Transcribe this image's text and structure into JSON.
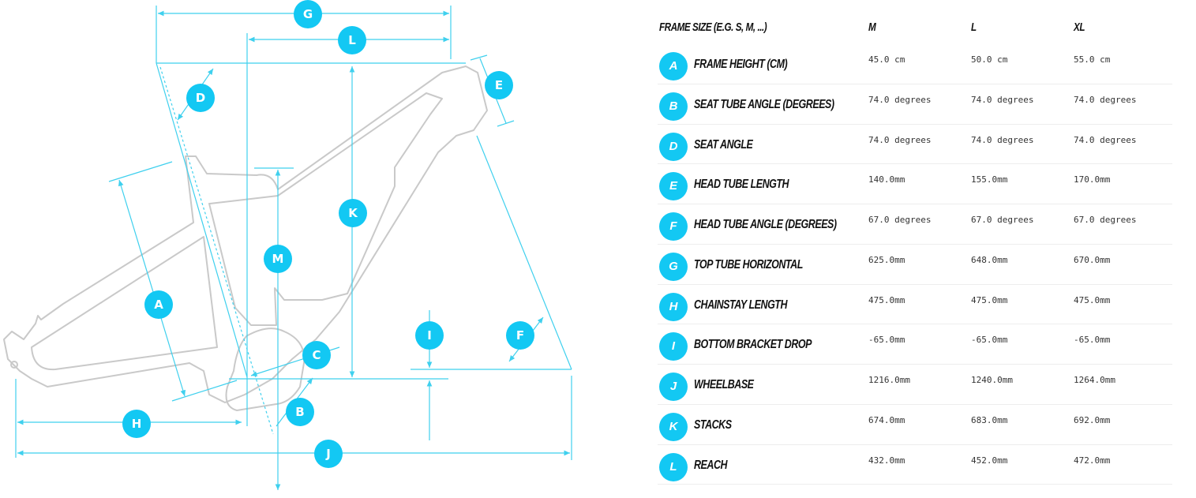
{
  "diagram": {
    "markers": [
      "G",
      "L",
      "E",
      "D",
      "K",
      "M",
      "A",
      "I",
      "F",
      "C",
      "B",
      "H",
      "J"
    ]
  },
  "table": {
    "header": {
      "label": "FRAME SIZE (E.G. S, M, ...)",
      "sizes": [
        "M",
        "L",
        "XL"
      ]
    },
    "rows": [
      {
        "badge": "A",
        "label": "FRAME HEIGHT (CM)",
        "values": [
          "45.0 cm",
          "50.0 cm",
          "55.0 cm"
        ]
      },
      {
        "badge": "B",
        "label": "SEAT TUBE ANGLE (DEGREES)",
        "values": [
          "74.0 degrees",
          "74.0 degrees",
          "74.0 degrees"
        ]
      },
      {
        "badge": "D",
        "label": "SEAT ANGLE",
        "values": [
          "74.0 degrees",
          "74.0 degrees",
          "74.0 degrees"
        ]
      },
      {
        "badge": "E",
        "label": "HEAD TUBE LENGTH",
        "values": [
          "140.0mm",
          "155.0mm",
          "170.0mm"
        ]
      },
      {
        "badge": "F",
        "label": "HEAD TUBE ANGLE (DEGREES)",
        "values": [
          "67.0 degrees",
          "67.0 degrees",
          "67.0 degrees"
        ]
      },
      {
        "badge": "G",
        "label": "TOP TUBE HORIZONTAL",
        "values": [
          "625.0mm",
          "648.0mm",
          "670.0mm"
        ]
      },
      {
        "badge": "H",
        "label": "CHAINSTAY LENGTH",
        "values": [
          "475.0mm",
          "475.0mm",
          "475.0mm"
        ]
      },
      {
        "badge": "I",
        "label": "BOTTOM BRACKET DROP",
        "values": [
          "-65.0mm",
          "-65.0mm",
          "-65.0mm"
        ]
      },
      {
        "badge": "J",
        "label": "WHEELBASE",
        "values": [
          "1216.0mm",
          "1240.0mm",
          "1264.0mm"
        ]
      },
      {
        "badge": "K",
        "label": "STACKS",
        "values": [
          "674.0mm",
          "683.0mm",
          "692.0mm"
        ]
      },
      {
        "badge": "L",
        "label": "REACH",
        "values": [
          "432.0mm",
          "452.0mm",
          "472.0mm"
        ]
      }
    ]
  },
  "colors": {
    "accent": "#13c8f3",
    "frame": "#c9c9c9",
    "text": "#111111"
  }
}
